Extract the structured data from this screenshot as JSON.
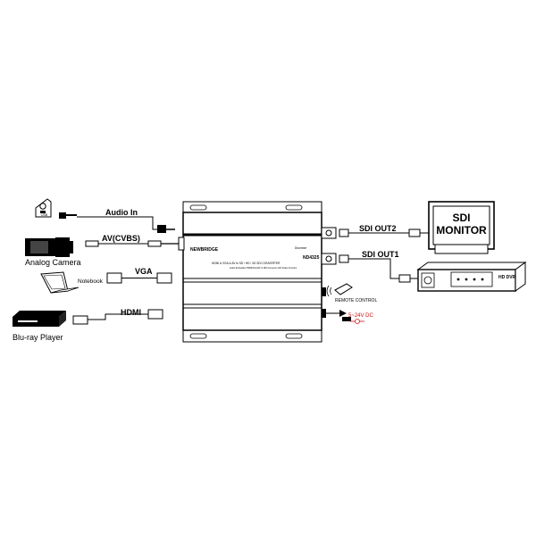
{
  "converter": {
    "brand": "NEWBRIDGE",
    "model": "ND4325",
    "subtitle": "Drummer",
    "description": "HDMI & VGA & AV to SD / HD / 3G SDI CONVERTER",
    "fine_print": "Audio Embedded HDMI/VGA/AV to SDI Converter with Scaler Function",
    "remote_label": "REMOTE CONTROL",
    "power_label": "5~24V DC"
  },
  "inputs": [
    {
      "label": "Audio In",
      "device": ""
    },
    {
      "label": "AV(CVBS)",
      "device": "Analog Camera"
    },
    {
      "label": "VGA",
      "device": "Notebook"
    },
    {
      "label": "HDMI",
      "device": "Blu-ray Player"
    }
  ],
  "mic_text": "USB",
  "outputs": [
    {
      "label": "SDI OUT2",
      "device": "SDI\nMONITOR",
      "device_line1": "SDI",
      "device_line2": "MONITOR"
    },
    {
      "label": "SDI OUT1",
      "device": "HD DVR"
    }
  ]
}
